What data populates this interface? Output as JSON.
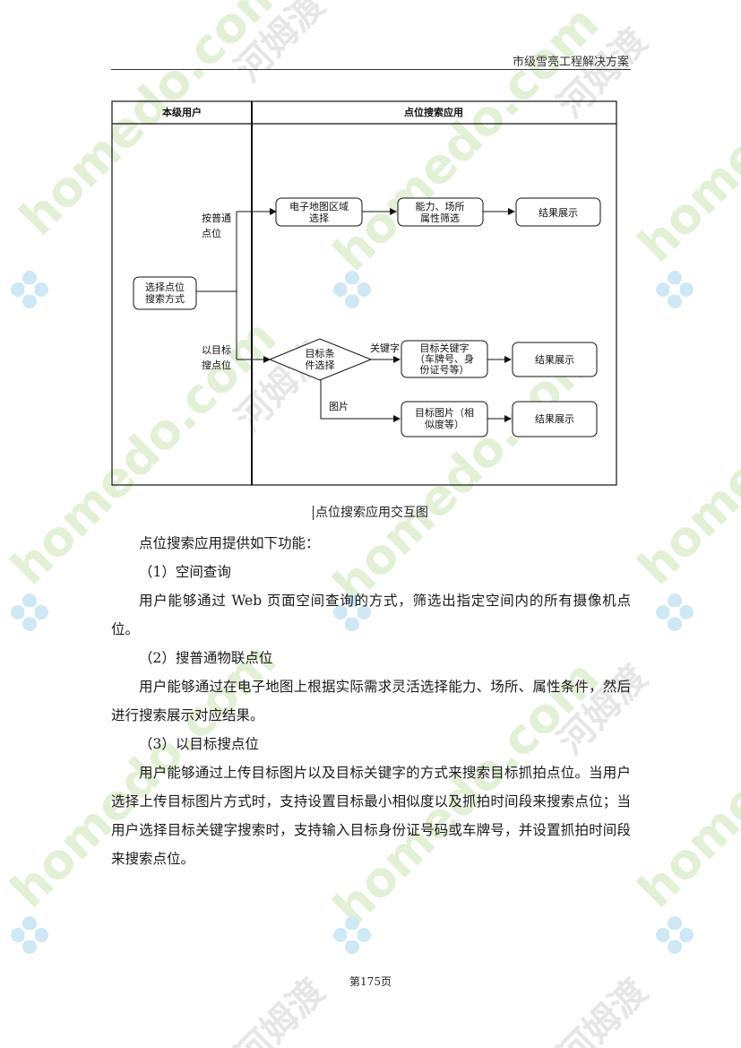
{
  "header": {
    "title": "市级雪亮工程解决方案"
  },
  "watermark": {
    "latin": "homedo.com",
    "chinese": "河姆渡",
    "color_latin": "#d9ecc8",
    "color_cn": "#e6e6e6"
  },
  "diagram": {
    "lanes": {
      "left": "本级用户",
      "right": "点位搜索应用"
    },
    "nodes": {
      "select_method": [
        "选择点位",
        "搜索方式"
      ],
      "map_region": [
        "电子地图区域",
        "选择"
      ],
      "ability_filter": [
        "能力、场所",
        "属性筛选"
      ],
      "result1": "结果展示",
      "target_condition": [
        "目标条",
        "件选择"
      ],
      "target_keyword": [
        "目标关键字",
        "（车牌号、身",
        "份证号等）"
      ],
      "result2": "结果展示",
      "target_image": [
        "目标图片（相",
        "似度等）"
      ],
      "result3": "结果展示"
    },
    "labels": {
      "by_common": [
        "按普通",
        "点位"
      ],
      "by_target": [
        "以目标",
        "搜点位"
      ],
      "keyword": "关键字",
      "image": "图片"
    }
  },
  "caption": "点位搜索应用交互图",
  "body": {
    "intro": "点位搜索应用提供如下功能：",
    "s1_title": "（1）空间查询",
    "s1_text": "用户能够通过 Web 页面空间查询的方式，筛选出指定空间内的所有摄像机点位。",
    "s2_title": "（2）搜普通物联点位",
    "s2_text": "用户能够通过在电子地图上根据实际需求灵活选择能力、场所、属性条件，然后进行搜索展示对应结果。",
    "s3_title": "（3）以目标搜点位",
    "s3_text": "用户能够通过上传目标图片以及目标关键字的方式来搜索目标抓拍点位。当用户选择上传目标图片方式时，支持设置目标最小相似度以及抓拍时间段来搜索点位；当用户选择目标关键字搜索时，支持输入目标身份证号码或车牌号，并设置抓拍时间段来搜索点位。"
  },
  "footer": {
    "page_label": "第175页"
  }
}
